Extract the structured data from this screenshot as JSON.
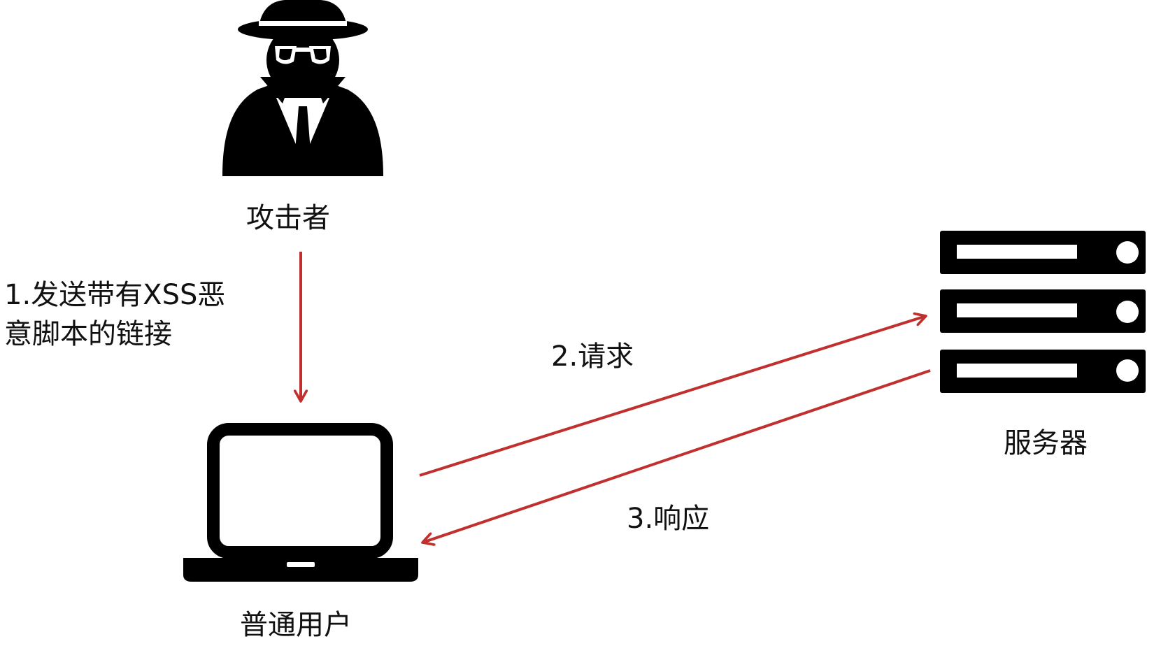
{
  "colors": {
    "arrow": "#c0302e",
    "icon": "#000000",
    "background": "#ffffff"
  },
  "nodes": {
    "attacker": {
      "label": "攻击者",
      "icon": "spy-icon"
    },
    "user": {
      "label": "普通用户",
      "icon": "laptop-icon"
    },
    "server": {
      "label": "服务器",
      "icon": "server-rack-icon"
    }
  },
  "steps": {
    "send_link": {
      "line1": "1.发送带有XSS恶",
      "line2": "意脚本的链接"
    },
    "request": {
      "label": "2.请求"
    },
    "response": {
      "label": "3.响应"
    }
  },
  "edges": [
    {
      "from": "attacker",
      "to": "user",
      "label": "1.发送带有XSS恶意脚本的链接"
    },
    {
      "from": "user",
      "to": "server",
      "label": "2.请求"
    },
    {
      "from": "server",
      "to": "user",
      "label": "3.响应"
    }
  ]
}
